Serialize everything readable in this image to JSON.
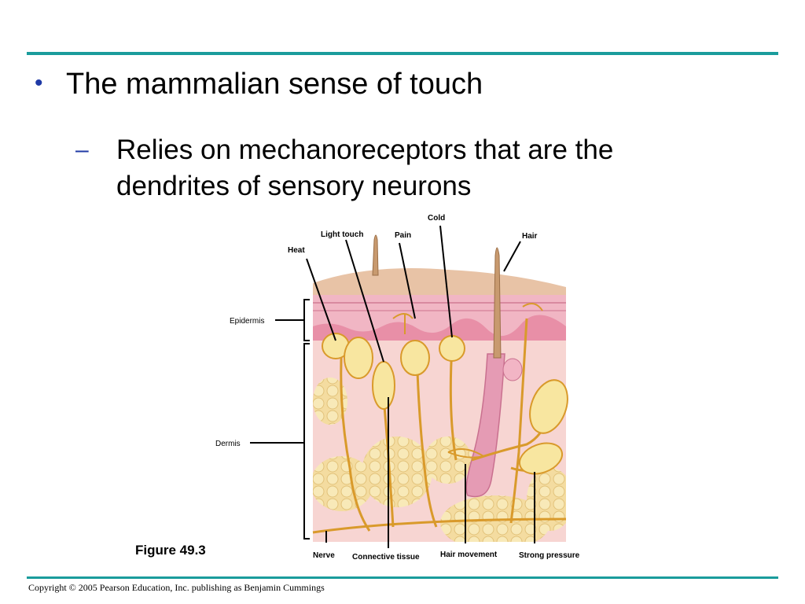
{
  "slide": {
    "bullet_glyph": "•",
    "dash_glyph": "–",
    "heading": "The mammalian sense of touch",
    "sub_point": "Relies on mechanoreceptors that are the dendrites of sensory neurons",
    "figure_label": "Figure 49.3",
    "copyright": "Copyright © 2005 Pearson Education, Inc. publishing as Benjamin Cummings",
    "accent_color": "#1a9c9c",
    "bullet_color": "#1f3aa6"
  },
  "figure": {
    "labels": {
      "cold": "Cold",
      "light_touch": "Light touch",
      "pain": "Pain",
      "hair": "Hair",
      "heat": "Heat",
      "epidermis": "Epidermis",
      "dermis": "Dermis",
      "nerve": "Nerve",
      "connective_tissue": "Connective tissue",
      "hair_movement": "Hair movement",
      "strong_pressure": "Strong pressure"
    }
  }
}
